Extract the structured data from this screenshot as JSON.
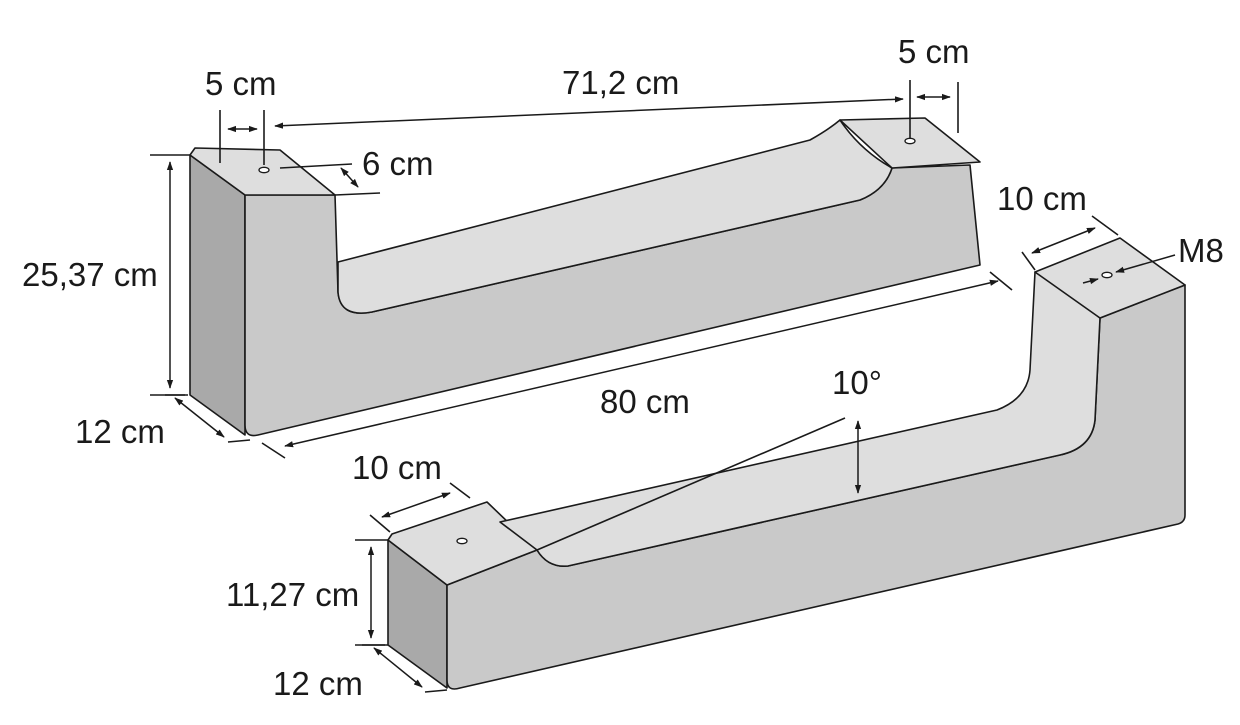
{
  "labels": {
    "top_left_width": "5 cm",
    "top_right_width": "5 cm",
    "hole_span": "71,2 cm",
    "hole_offset": "6 cm",
    "height_tall": "25,37 cm",
    "depth_tall": "12 cm",
    "length": "80 cm",
    "angle": "10°",
    "top_width_right": "10 cm",
    "thread": "M8",
    "top_width_low": "10 cm",
    "height_low": "11,27 cm",
    "depth_low": "12 cm"
  },
  "colors": {
    "front_face": "#c9c9c9",
    "side_face": "#a9a9a9",
    "top_face": "#dedede",
    "line": "#1a1a1a"
  }
}
